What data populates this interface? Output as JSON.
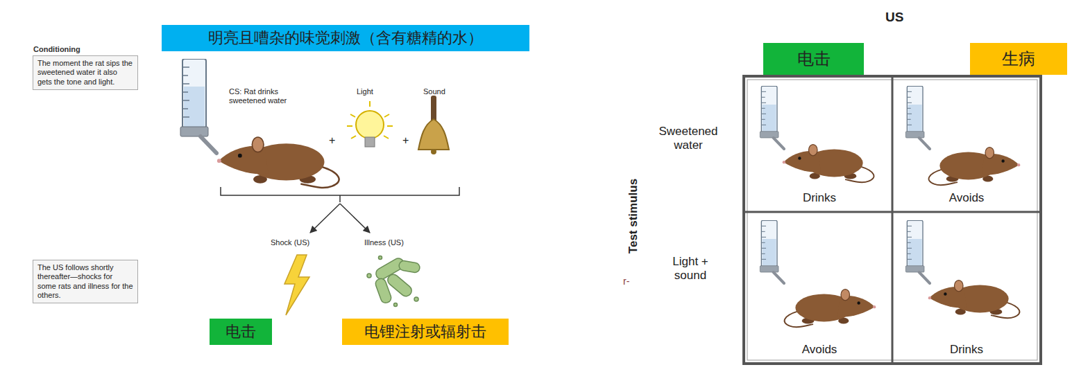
{
  "diagram": {
    "nodes": [
      {
        "text": [
          "Conditioning",
          "The moment the rat sips the sweetened water it also gets the tone and light."
        ]
      },
      {
        "text": [
          "明亮且嘈杂的味觉刺激（含有糖精的水）"
        ]
      },
      {
        "text": [
          "The US follows shortly thereafter—shocks for some rats and illness for the others."
        ]
      },
      {
        "text": [
          "电击"
        ]
      },
      {
        "text": [
          "电锂注射或辐射击"
        ]
      },
      {
        "text": [
          "电击"
        ]
      },
      {
        "text": [
          "生病"
        ]
      },
      {
        "text": [
          "Drinks"
        ]
      },
      {
        "text": [
          "Avoids"
        ]
      },
      {
        "text": [
          "Avoids"
        ]
      },
      {
        "text": [
          "Drinks"
        ]
      }
    ],
    "labels": [
      "CS: Rat drinks sweetened water",
      "Light",
      "Sound",
      "+",
      "+",
      "Shock (US)",
      "Illness (US)",
      "US",
      "Test stimulus",
      "Sweetened water",
      "Light + sound",
      "r-"
    ]
  }
}
